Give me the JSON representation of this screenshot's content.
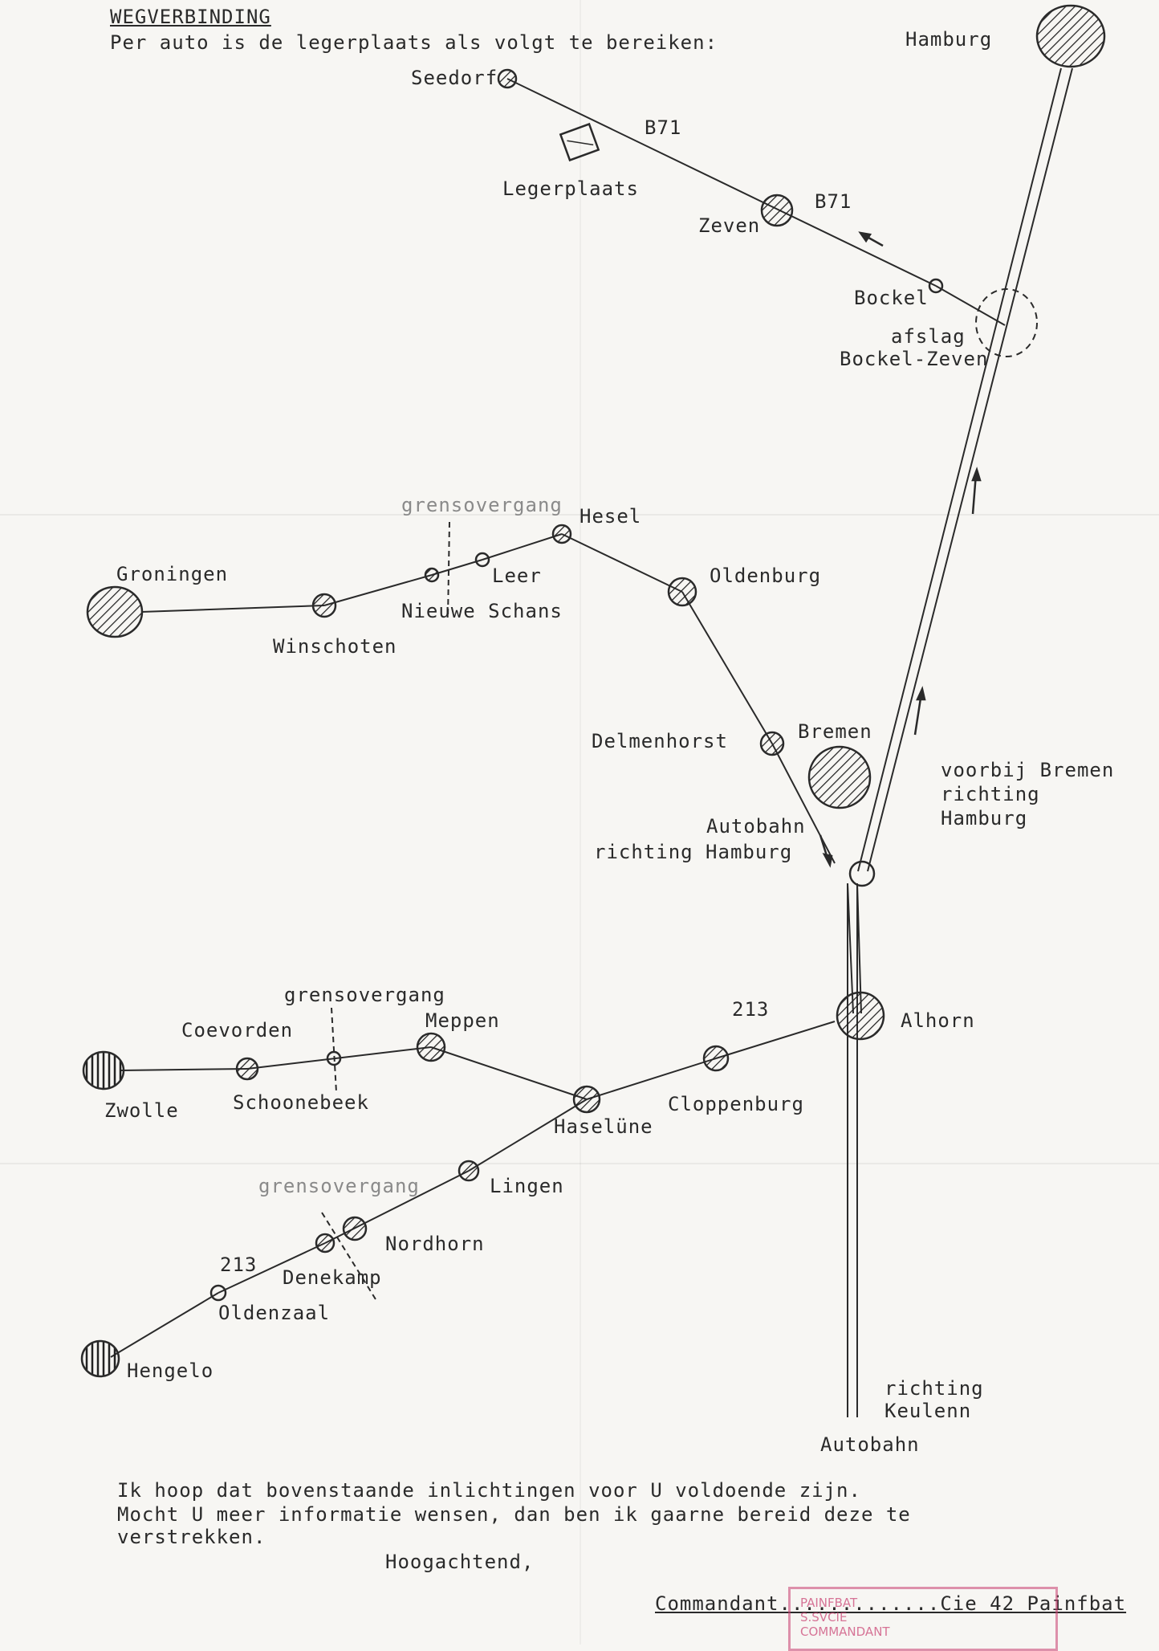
{
  "header": {
    "title": "WEGVERBINDING",
    "intro": "Per auto is de legerplaats als volgt te bereiken:"
  },
  "labels": {
    "hamburg": "Hamburg",
    "seedorf": "Seedorf",
    "b71_a": "B71",
    "b71_b": "B71",
    "legerplaats": "Legerplaats",
    "zeven": "Zeven",
    "bockel": "Bockel",
    "afslag": "afslag",
    "bockel_zeven": "Bockel-Zeven",
    "grensovergang_1": "grensovergang",
    "hesel": "Hesel",
    "groningen": "Groningen",
    "leer": "Leer",
    "oldenburg": "Oldenburg",
    "nieuwe_schans": "Nieuwe Schans",
    "winschoten": "Winschoten",
    "delmenhorst": "Delmenhorst",
    "bremen": "Bremen",
    "voorbij_bremen_1": "voorbij Bremen",
    "voorbij_bremen_2": "richting",
    "voorbij_bremen_3": "Hamburg",
    "autobahn_1": "Autobahn",
    "autobahn_2": "richting Hamburg",
    "grensovergang_2": "grensovergang",
    "route_213_a": "213",
    "coevorden": "Coevorden",
    "meppen": "Meppen",
    "alhorn": "Alhorn",
    "zwolle": "Zwolle",
    "schoonebeek": "Schoonebeek",
    "cloppenburg": "Cloppenburg",
    "haseluene": "Haselüne",
    "grensovergang_3": "grensovergang",
    "lingen": "Lingen",
    "nordhorn": "Nordhorn",
    "route_213_b": "213",
    "denekamp": "Denekamp",
    "oldenzaal": "Oldenzaal",
    "hengelo": "Hengelo",
    "richting_keulen_1": "richting",
    "richting_keulen_2": "Keulenn",
    "autobahn_bottom": "Autobahn"
  },
  "body": {
    "line1": "Ik hoop dat bovenstaande inlichtingen voor U voldoende zijn.",
    "line2": "Mocht U meer informatie wensen, dan ben ik gaarne bereid deze te",
    "line3": "verstrekken.",
    "closing": "Hoogachtend,",
    "signature": "Commandant.............Cie 42 Painfbat"
  },
  "stamp": {
    "line1": "PAINFBAT",
    "line2": "S.SVCIE",
    "line3": "COMMANDANT"
  },
  "colors": {
    "paper": "#f7f6f3",
    "ink": "#2a2a2a",
    "faint_ink": "#8a8a8a",
    "stamp": "#c83c6e"
  }
}
